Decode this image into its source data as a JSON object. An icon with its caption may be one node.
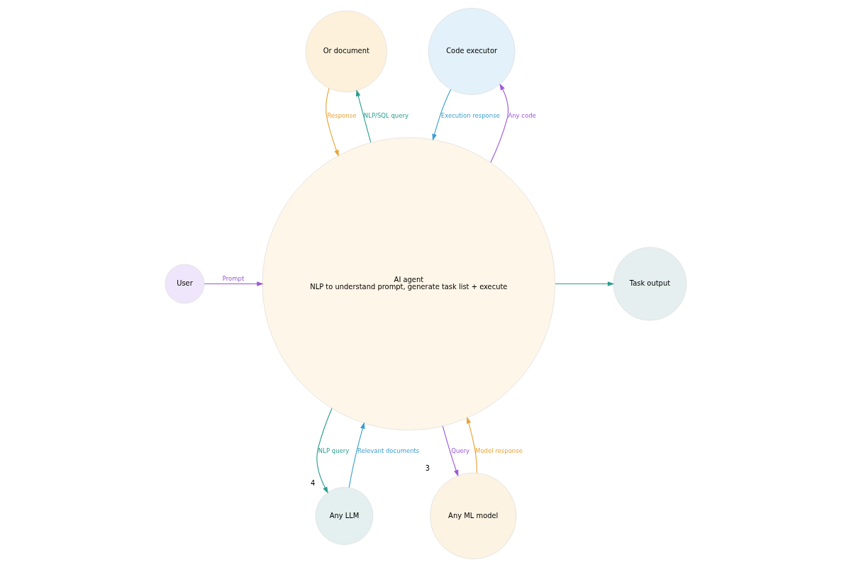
{
  "diagram": {
    "nodes": [
      {
        "text": [
          "Or document"
        ]
      },
      {
        "text": [
          "Code executor"
        ]
      },
      {
        "text": [
          "AI agent",
          "NLP to understand prompt, generate task list + execute"
        ]
      },
      {
        "text": [
          "User"
        ]
      },
      {
        "text": [
          "Task output"
        ]
      },
      {
        "text": [
          "Any LLM"
        ],
        "beside": [
          "4"
        ]
      },
      {
        "text": [
          "Any ML model"
        ],
        "beside": [
          "3"
        ]
      }
    ],
    "edges": [
      {
        "from": 2,
        "to": 0,
        "arrow": "to",
        "label": "NLP/SQL query",
        "color": "#2a9d8f"
      },
      {
        "from": 0,
        "to": 2,
        "arrow": "to",
        "label": "Response",
        "color": "#e8a33a"
      },
      {
        "from": 2,
        "to": 1,
        "arrow": "to",
        "label": "Any code",
        "color": "#9b59d6"
      },
      {
        "from": 1,
        "to": 2,
        "arrow": "to",
        "label": "Execution response",
        "color": "#3a9fd0"
      },
      {
        "from": 3,
        "to": 2,
        "arrow": "to",
        "label": "Prompt",
        "color": "#9b59d6"
      },
      {
        "from": 2,
        "to": 4,
        "arrow": "to",
        "color": "#2a9d8f"
      },
      {
        "from": 5,
        "to": 2,
        "arrow": "to",
        "label": "Relevant documents",
        "color": "#3a9fd0"
      },
      {
        "from": 2,
        "to": 5,
        "arrow": "to",
        "label": "NLP query",
        "color": "#2a9d8f"
      },
      {
        "from": 2,
        "to": 6,
        "arrow": "to",
        "label": "Query",
        "color": "#9b59d6"
      },
      {
        "from": 6,
        "to": 2,
        "arrow": "to",
        "label": "Model response",
        "color": "#e8a33a"
      }
    ]
  }
}
